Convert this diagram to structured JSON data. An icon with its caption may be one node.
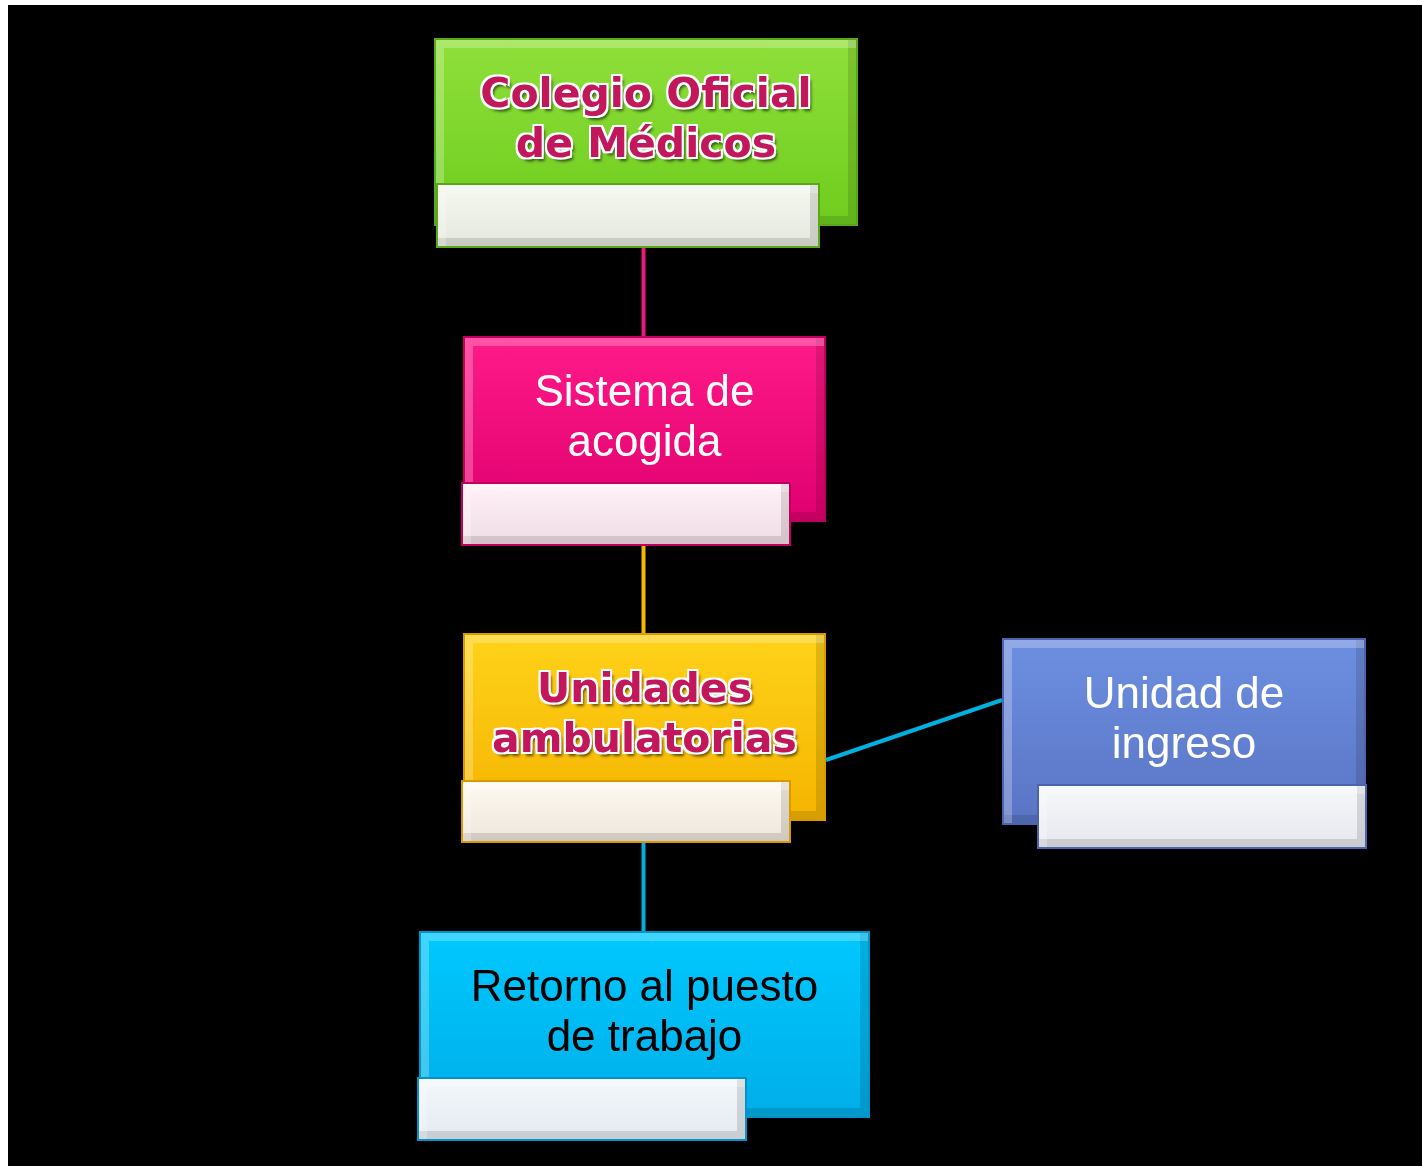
{
  "diagram": {
    "nodes": [
      {
        "text": [
          "Colegio Oficial de Médicos"
        ]
      },
      {
        "text": [
          "Sistema de acogida"
        ]
      },
      {
        "text": [
          "Unidades ambulatorias"
        ]
      },
      {
        "text": [
          "Unidad de ingreso"
        ]
      },
      {
        "text": [
          "Retorno al puesto de trabajo"
        ]
      }
    ],
    "edges": [
      {
        "from": 0,
        "to": 1,
        "arrow": "none",
        "color": "#e8197a"
      },
      {
        "from": 1,
        "to": 2,
        "arrow": "none",
        "color": "#f5b800"
      },
      {
        "from": 2,
        "to": 3,
        "arrow": "none",
        "color": "#00b0e0"
      },
      {
        "from": 2,
        "to": 4,
        "arrow": "none",
        "color": "#00b0e0"
      }
    ]
  }
}
